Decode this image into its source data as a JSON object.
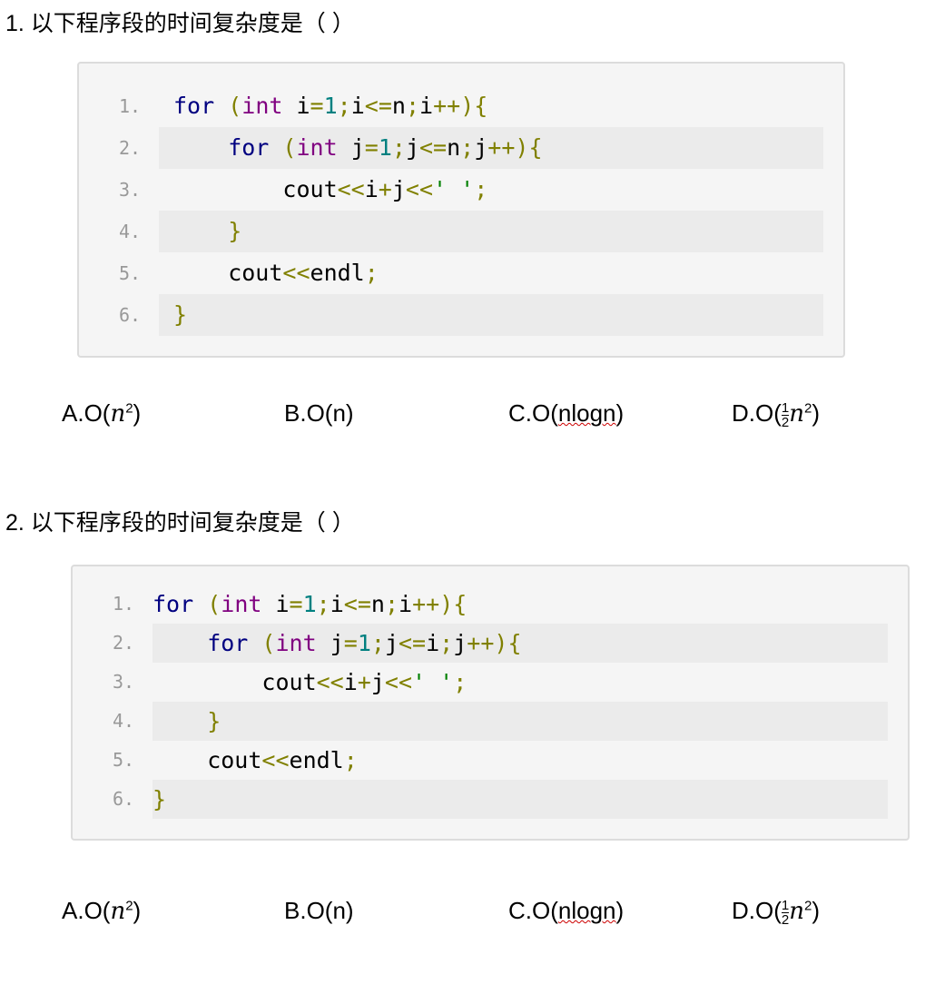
{
  "questions": [
    {
      "title": "1.  以下程序段的时间复杂度是（    ）",
      "code": [
        [
          [
            "for",
            "kw"
          ],
          [
            " ",
            "pl"
          ],
          [
            "(",
            "op"
          ],
          [
            "int",
            "ty"
          ],
          [
            " i",
            "pl"
          ],
          [
            "=",
            "op"
          ],
          [
            "1",
            "num"
          ],
          [
            ";",
            "op"
          ],
          [
            "i",
            "pl"
          ],
          [
            "<=",
            "op"
          ],
          [
            "n",
            "pl"
          ],
          [
            ";",
            "op"
          ],
          [
            "i",
            "pl"
          ],
          [
            "++){",
            "op"
          ]
        ],
        [
          [
            "    for",
            "kw"
          ],
          [
            " ",
            "pl"
          ],
          [
            "(",
            "op"
          ],
          [
            "int",
            "ty"
          ],
          [
            " j",
            "pl"
          ],
          [
            "=",
            "op"
          ],
          [
            "1",
            "num"
          ],
          [
            ";",
            "op"
          ],
          [
            "j",
            "pl"
          ],
          [
            "<=",
            "op"
          ],
          [
            "n",
            "pl"
          ],
          [
            ";",
            "op"
          ],
          [
            "j",
            "pl"
          ],
          [
            "++){",
            "op"
          ]
        ],
        [
          [
            "        cout",
            "pl"
          ],
          [
            "<<",
            "op"
          ],
          [
            "i",
            "pl"
          ],
          [
            "+",
            "op"
          ],
          [
            "j",
            "pl"
          ],
          [
            "<<",
            "op"
          ],
          [
            "' '",
            "str"
          ],
          [
            ";",
            "op"
          ]
        ],
        [
          [
            "    }",
            "op"
          ]
        ],
        [
          [
            "    cout",
            "pl"
          ],
          [
            "<<",
            "op"
          ],
          [
            "endl",
            "pl"
          ],
          [
            ";",
            "op"
          ]
        ],
        [
          [
            "}",
            "op"
          ]
        ]
      ],
      "line_numbers": [
        "1.",
        "2.",
        "3.",
        "4.",
        "5.",
        "6."
      ],
      "options": {
        "a_prefix": "A.O(",
        "a_var": "n",
        "a_exp": "2",
        "a_suffix": ")",
        "b": "B.O(n)",
        "c_prefix": "C.O(",
        "c_mid": "nlogn",
        "c_suffix": ")",
        "d_prefix": "D.O(",
        "d_num": "1",
        "d_den": "2",
        "d_var": "n",
        "d_exp": "2",
        "d_suffix": ")"
      }
    },
    {
      "title": "2.  以下程序段的时间复杂度是（    ）",
      "code": [
        [
          [
            "for",
            "kw"
          ],
          [
            " ",
            "pl"
          ],
          [
            "(",
            "op"
          ],
          [
            "int",
            "ty"
          ],
          [
            " i",
            "pl"
          ],
          [
            "=",
            "op"
          ],
          [
            "1",
            "num"
          ],
          [
            ";",
            "op"
          ],
          [
            "i",
            "pl"
          ],
          [
            "<=",
            "op"
          ],
          [
            "n",
            "pl"
          ],
          [
            ";",
            "op"
          ],
          [
            "i",
            "pl"
          ],
          [
            "++){",
            "op"
          ]
        ],
        [
          [
            "    for",
            "kw"
          ],
          [
            " ",
            "pl"
          ],
          [
            "(",
            "op"
          ],
          [
            "int",
            "ty"
          ],
          [
            " j",
            "pl"
          ],
          [
            "=",
            "op"
          ],
          [
            "1",
            "num"
          ],
          [
            ";",
            "op"
          ],
          [
            "j",
            "pl"
          ],
          [
            "<=",
            "op"
          ],
          [
            "i",
            "pl"
          ],
          [
            ";",
            "op"
          ],
          [
            "j",
            "pl"
          ],
          [
            "++){",
            "op"
          ]
        ],
        [
          [
            "        cout",
            "pl"
          ],
          [
            "<<",
            "op"
          ],
          [
            "i",
            "pl"
          ],
          [
            "+",
            "op"
          ],
          [
            "j",
            "pl"
          ],
          [
            "<<",
            "op"
          ],
          [
            "' '",
            "str"
          ],
          [
            ";",
            "op"
          ]
        ],
        [
          [
            "    }",
            "op"
          ]
        ],
        [
          [
            "    cout",
            "pl"
          ],
          [
            "<<",
            "op"
          ],
          [
            "endl",
            "pl"
          ],
          [
            ";",
            "op"
          ]
        ],
        [
          [
            "}",
            "op"
          ]
        ]
      ],
      "line_numbers": [
        "1.",
        "2.",
        "3.",
        "4.",
        "5.",
        "6."
      ],
      "options": {
        "a_prefix": "A.O(",
        "a_var": "n",
        "a_exp": "2",
        "a_suffix": ")",
        "b": "B.O(n)",
        "c_prefix": "C.O(",
        "c_mid": "nlogn",
        "c_suffix": ")",
        "d_prefix": "D.O(",
        "d_num": "1",
        "d_den": "2",
        "d_var": "n",
        "d_exp": "2",
        "d_suffix": ")"
      }
    }
  ]
}
